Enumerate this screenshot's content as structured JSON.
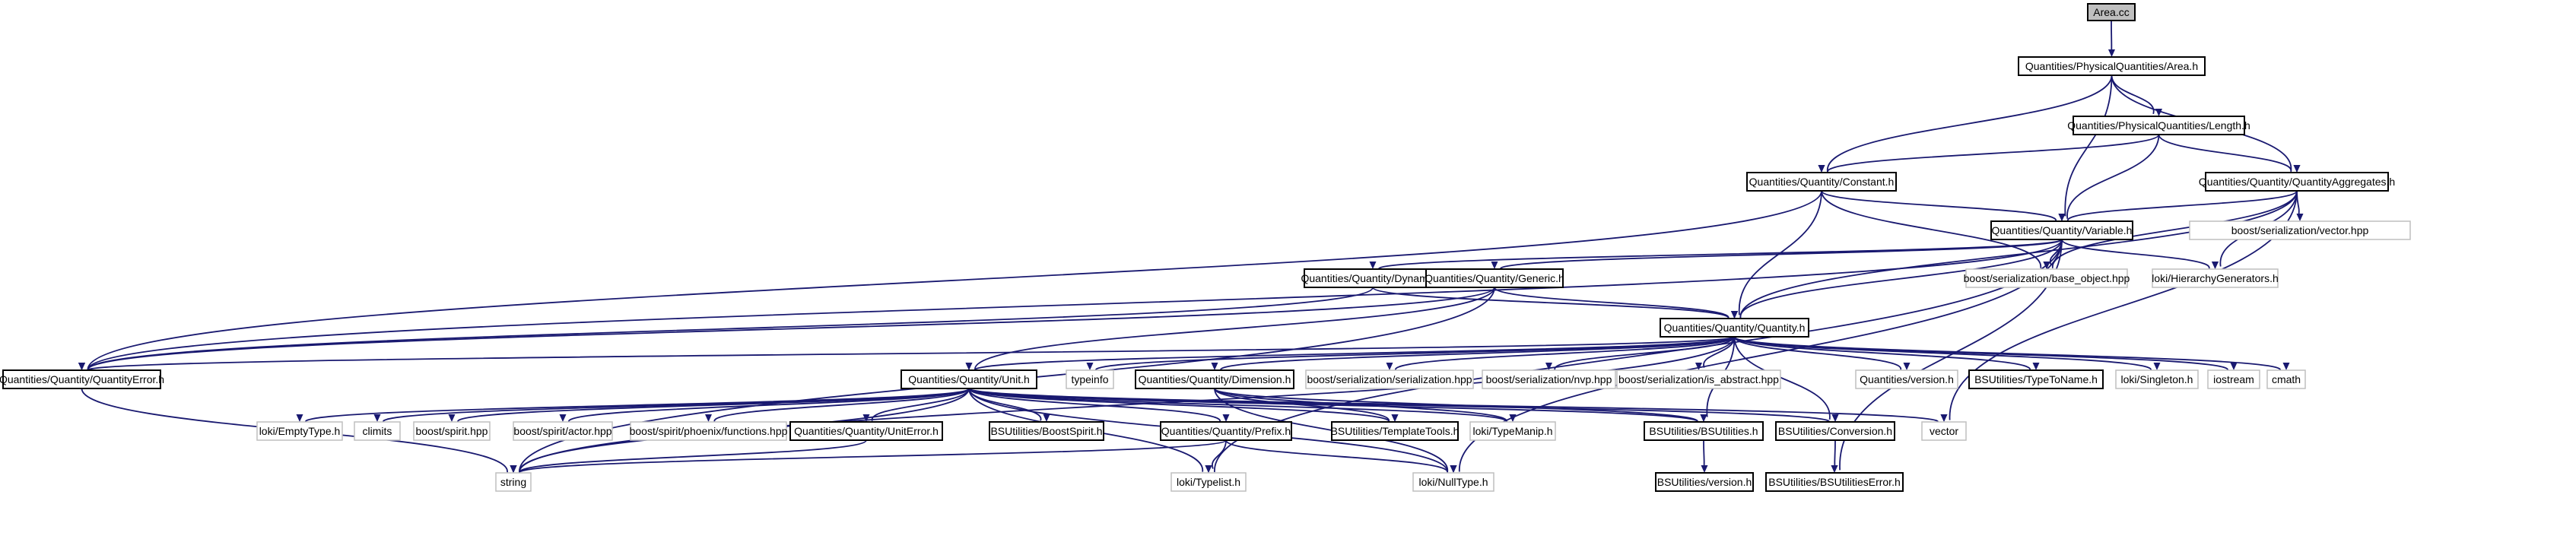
{
  "window": {
    "title": "Area.cc"
  },
  "colors": {
    "edge": "#191970",
    "root_fill": "#bfbfbf",
    "ext_border": "#bfbfbf",
    "doc_border": "#000000"
  },
  "nodes": {
    "area_cc": {
      "label": "Area.cc",
      "kind": "root"
    },
    "area_h": {
      "label": "Quantities/PhysicalQuantities/Area.h",
      "kind": "doc"
    },
    "length_h": {
      "label": "Quantities/PhysicalQuantities/Length.h",
      "kind": "doc"
    },
    "constant_h": {
      "label": "Quantities/Quantity/Constant.h",
      "kind": "doc"
    },
    "aggregates_h": {
      "label": "Quantities/Quantity/QuantityAggregates.h",
      "kind": "doc"
    },
    "variable_h": {
      "label": "Quantities/Quantity/Variable.h",
      "kind": "doc"
    },
    "ser_vector": {
      "label": "boost/serialization/vector.hpp",
      "kind": "ext"
    },
    "dynamic_h": {
      "label": "Quantities/Quantity/Dynamic.h",
      "kind": "doc"
    },
    "generic_h": {
      "label": "Quantities/Quantity/Generic.h",
      "kind": "doc"
    },
    "ser_base": {
      "label": "boost/serialization/base_object.hpp",
      "kind": "ext"
    },
    "hier_gen": {
      "label": "loki/HierarchyGenerators.h",
      "kind": "ext"
    },
    "quantity_h": {
      "label": "Quantities/Quantity/Quantity.h",
      "kind": "doc"
    },
    "qerror_h": {
      "label": "Quantities/Quantity/QuantityError.h",
      "kind": "doc"
    },
    "unit_h": {
      "label": "Quantities/Quantity/Unit.h",
      "kind": "doc"
    },
    "typeinfo": {
      "label": "typeinfo",
      "kind": "ext"
    },
    "dimension_h": {
      "label": "Quantities/Quantity/Dimension.h",
      "kind": "doc"
    },
    "ser_ser": {
      "label": "boost/serialization/serialization.hpp",
      "kind": "ext"
    },
    "ser_nvp": {
      "label": "boost/serialization/nvp.hpp",
      "kind": "ext"
    },
    "ser_abs": {
      "label": "boost/serialization/is_abstract.hpp",
      "kind": "ext"
    },
    "qversion_h": {
      "label": "Quantities/version.h",
      "kind": "ext"
    },
    "typetoname_h": {
      "label": "BSUtilities/TypeToName.h",
      "kind": "doc"
    },
    "singleton_h": {
      "label": "loki/Singleton.h",
      "kind": "ext"
    },
    "iostream": {
      "label": "iostream",
      "kind": "ext"
    },
    "cmath": {
      "label": "cmath",
      "kind": "ext"
    },
    "emptytype_h": {
      "label": "loki/EmptyType.h",
      "kind": "ext"
    },
    "climits": {
      "label": "climits",
      "kind": "ext"
    },
    "spirit": {
      "label": "boost/spirit.hpp",
      "kind": "ext"
    },
    "spirit_actor": {
      "label": "boost/spirit/actor.hpp",
      "kind": "ext"
    },
    "phoenix": {
      "label": "boost/spirit/phoenix/functions.hpp",
      "kind": "ext"
    },
    "uniterror_h": {
      "label": "Quantities/Quantity/UnitError.h",
      "kind": "doc"
    },
    "boostspirit_h": {
      "label": "BSUtilities/BoostSpirit.h",
      "kind": "doc"
    },
    "prefix_h": {
      "label": "Quantities/Quantity/Prefix.h",
      "kind": "doc"
    },
    "templatetools_h": {
      "label": "BSUtilities/TemplateTools.h",
      "kind": "doc"
    },
    "typemanip_h": {
      "label": "loki/TypeManip.h",
      "kind": "ext"
    },
    "bsutilities_h": {
      "label": "BSUtilities/BSUtilities.h",
      "kind": "doc"
    },
    "conversion_h": {
      "label": "BSUtilities/Conversion.h",
      "kind": "doc"
    },
    "vector": {
      "label": "vector",
      "kind": "ext"
    },
    "string": {
      "label": "string",
      "kind": "ext"
    },
    "typelist_h": {
      "label": "loki/Typelist.h",
      "kind": "ext"
    },
    "nulltype_h": {
      "label": "loki/NullType.h",
      "kind": "ext"
    },
    "bsversion_h": {
      "label": "BSUtilities/version.h",
      "kind": "doc"
    },
    "bserror_h": {
      "label": "BSUtilities/BSUtilitiesError.h",
      "kind": "doc"
    }
  },
  "edges": [
    [
      "area_cc",
      "area_h"
    ],
    [
      "area_h",
      "length_h"
    ],
    [
      "area_h",
      "constant_h"
    ],
    [
      "area_h",
      "aggregates_h"
    ],
    [
      "area_h",
      "variable_h"
    ],
    [
      "length_h",
      "constant_h"
    ],
    [
      "length_h",
      "aggregates_h"
    ],
    [
      "length_h",
      "variable_h"
    ],
    [
      "constant_h",
      "variable_h"
    ],
    [
      "constant_h",
      "quantity_h"
    ],
    [
      "constant_h",
      "qerror_h"
    ],
    [
      "constant_h",
      "ser_base"
    ],
    [
      "aggregates_h",
      "variable_h"
    ],
    [
      "aggregates_h",
      "ser_vector"
    ],
    [
      "aggregates_h",
      "ser_base"
    ],
    [
      "aggregates_h",
      "hier_gen"
    ],
    [
      "aggregates_h",
      "quantity_h"
    ],
    [
      "aggregates_h",
      "vector"
    ],
    [
      "variable_h",
      "dynamic_h"
    ],
    [
      "variable_h",
      "generic_h"
    ],
    [
      "variable_h",
      "quantity_h"
    ],
    [
      "variable_h",
      "qerror_h"
    ],
    [
      "variable_h",
      "ser_base"
    ],
    [
      "variable_h",
      "hier_gen"
    ],
    [
      "variable_h",
      "typelist_h"
    ],
    [
      "variable_h",
      "nulltype_h"
    ],
    [
      "variable_h",
      "bserror_h"
    ],
    [
      "dynamic_h",
      "quantity_h"
    ],
    [
      "dynamic_h",
      "qerror_h"
    ],
    [
      "generic_h",
      "quantity_h"
    ],
    [
      "generic_h",
      "unit_h"
    ],
    [
      "generic_h",
      "qerror_h"
    ],
    [
      "generic_h",
      "string"
    ],
    [
      "quantity_h",
      "qerror_h"
    ],
    [
      "quantity_h",
      "unit_h"
    ],
    [
      "quantity_h",
      "typeinfo"
    ],
    [
      "quantity_h",
      "dimension_h"
    ],
    [
      "quantity_h",
      "ser_ser"
    ],
    [
      "quantity_h",
      "ser_nvp"
    ],
    [
      "quantity_h",
      "ser_abs"
    ],
    [
      "quantity_h",
      "qversion_h"
    ],
    [
      "quantity_h",
      "typetoname_h"
    ],
    [
      "quantity_h",
      "singleton_h"
    ],
    [
      "quantity_h",
      "iostream"
    ],
    [
      "quantity_h",
      "cmath"
    ],
    [
      "quantity_h",
      "bsutilities_h"
    ],
    [
      "quantity_h",
      "conversion_h"
    ],
    [
      "quantity_h",
      "string"
    ],
    [
      "qerror_h",
      "string"
    ],
    [
      "unit_h",
      "emptytype_h"
    ],
    [
      "unit_h",
      "climits"
    ],
    [
      "unit_h",
      "spirit"
    ],
    [
      "unit_h",
      "spirit_actor"
    ],
    [
      "unit_h",
      "phoenix"
    ],
    [
      "unit_h",
      "uniterror_h"
    ],
    [
      "unit_h",
      "boostspirit_h"
    ],
    [
      "unit_h",
      "prefix_h"
    ],
    [
      "unit_h",
      "templatetools_h"
    ],
    [
      "unit_h",
      "typemanip_h"
    ],
    [
      "unit_h",
      "bsutilities_h"
    ],
    [
      "unit_h",
      "conversion_h"
    ],
    [
      "unit_h",
      "vector"
    ],
    [
      "unit_h",
      "string"
    ],
    [
      "unit_h",
      "typelist_h"
    ],
    [
      "unit_h",
      "nulltype_h"
    ],
    [
      "dimension_h",
      "templatetools_h"
    ],
    [
      "dimension_h",
      "typemanip_h"
    ],
    [
      "dimension_h",
      "bsutilities_h"
    ],
    [
      "dimension_h",
      "nulltype_h"
    ],
    [
      "uniterror_h",
      "string"
    ],
    [
      "prefix_h",
      "string"
    ],
    [
      "prefix_h",
      "typelist_h"
    ],
    [
      "prefix_h",
      "nulltype_h"
    ],
    [
      "bsutilities_h",
      "bsversion_h"
    ],
    [
      "conversion_h",
      "bserror_h"
    ]
  ]
}
